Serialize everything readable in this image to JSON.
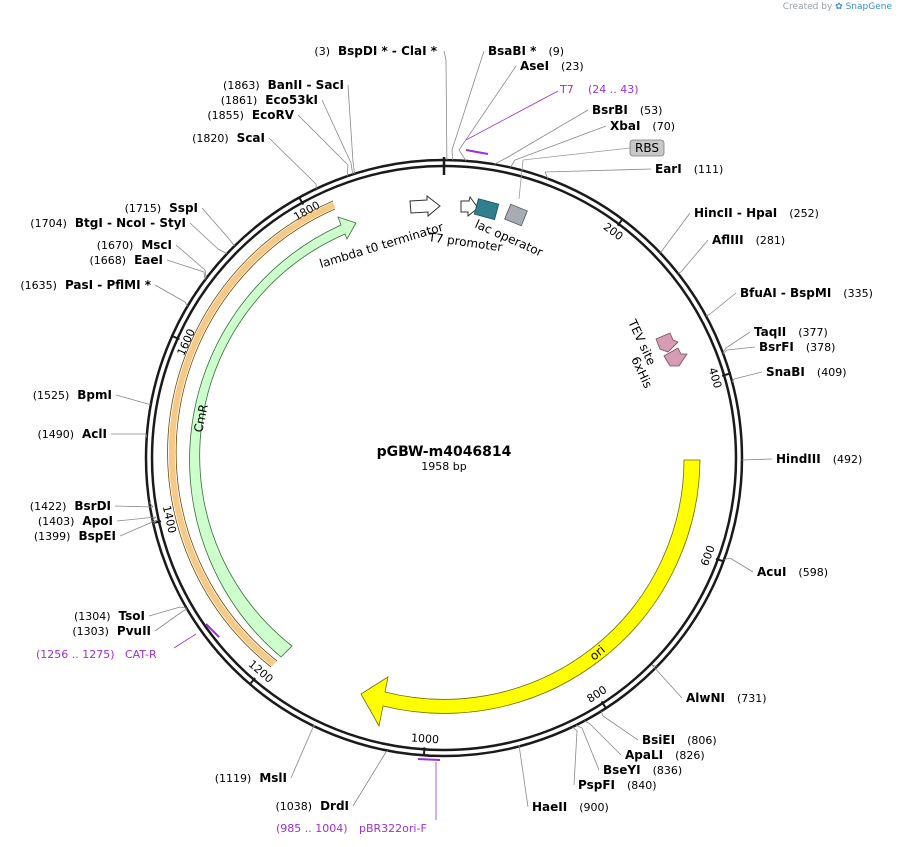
{
  "brand": {
    "prefix": "Created by",
    "name": "SnapGene"
  },
  "plasmid": {
    "name": "pGBW-m4046814",
    "length_label": "1958 bp",
    "length": 1958
  },
  "ticks": [
    "200",
    "400",
    "600",
    "800",
    "1000",
    "1200",
    "1400",
    "1600",
    "1800"
  ],
  "enzymes": [
    {
      "pos": "(3)",
      "name": "BspDI *  -  ClaI *",
      "site": 3
    },
    {
      "pos": "(9)",
      "name": "BsaBI *",
      "site": 9
    },
    {
      "pos": "(23)",
      "name": "AseI",
      "site": 23
    },
    {
      "pos": "(53)",
      "name": "BsrBI",
      "site": 53
    },
    {
      "pos": "(70)",
      "name": "XbaI",
      "site": 70
    },
    {
      "pos": "(111)",
      "name": "EarI",
      "site": 111
    },
    {
      "pos": "(252)",
      "name": "HincII  -  HpaI",
      "site": 252
    },
    {
      "pos": "(281)",
      "name": "AflIII",
      "site": 281
    },
    {
      "pos": "(335)",
      "name": "BfuAI  -  BspMI",
      "site": 335
    },
    {
      "pos": "(377)",
      "name": "TaqII",
      "site": 377
    },
    {
      "pos": "(378)",
      "name": "BsrFI",
      "site": 378
    },
    {
      "pos": "(409)",
      "name": "SnaBI",
      "site": 409
    },
    {
      "pos": "(492)",
      "name": "HindIII",
      "site": 492
    },
    {
      "pos": "(598)",
      "name": "AcuI",
      "site": 598
    },
    {
      "pos": "(731)",
      "name": "AlwNI",
      "site": 731
    },
    {
      "pos": "(806)",
      "name": "BsiEI",
      "site": 806
    },
    {
      "pos": "(826)",
      "name": "ApaLI",
      "site": 826
    },
    {
      "pos": "(836)",
      "name": "BseYI",
      "site": 836
    },
    {
      "pos": "(840)",
      "name": "PspFI",
      "site": 840
    },
    {
      "pos": "(900)",
      "name": "HaeII",
      "site": 900
    },
    {
      "pos": "(1038)",
      "name": "DrdI",
      "site": 1038
    },
    {
      "pos": "(1119)",
      "name": "MslI",
      "site": 1119
    },
    {
      "pos": "(1303)",
      "name": "PvuII",
      "site": 1303
    },
    {
      "pos": "(1304)",
      "name": "TsoI",
      "site": 1304
    },
    {
      "pos": "(1399)",
      "name": "BspEI",
      "site": 1399
    },
    {
      "pos": "(1403)",
      "name": "ApoI",
      "site": 1403
    },
    {
      "pos": "(1422)",
      "name": "BsrDI",
      "site": 1422
    },
    {
      "pos": "(1490)",
      "name": "AclI",
      "site": 1490
    },
    {
      "pos": "(1525)",
      "name": "BpmI",
      "site": 1525
    },
    {
      "pos": "(1635)",
      "name": "PasI  -  PflMI *",
      "site": 1635
    },
    {
      "pos": "(1668)",
      "name": "EaeI",
      "site": 1668
    },
    {
      "pos": "(1670)",
      "name": "MscI",
      "site": 1670
    },
    {
      "pos": "(1704)",
      "name": "BtgI  -  NcoI  -  StyI",
      "site": 1704
    },
    {
      "pos": "(1715)",
      "name": "SspI",
      "site": 1715
    },
    {
      "pos": "(1820)",
      "name": "ScaI",
      "site": 1820
    },
    {
      "pos": "(1855)",
      "name": "EcoRV",
      "site": 1855
    },
    {
      "pos": "(1861)",
      "name": "Eco53kI",
      "site": 1861
    },
    {
      "pos": "(1863)",
      "name": "BanII  -  SacI",
      "site": 1863
    }
  ],
  "primers": [
    {
      "name": "T7",
      "range": "(24 .. 43)",
      "start": 24,
      "end": 43
    },
    {
      "name": "CAT-R",
      "range": "(1256 .. 1275)",
      "start": 1256,
      "end": 1275
    },
    {
      "name": "pBR322ori-F",
      "range": "(985 .. 1004)",
      "start": 985,
      "end": 1004
    }
  ],
  "features": [
    {
      "name": "RBS",
      "kind": "box"
    },
    {
      "name": "lambda t0 terminator",
      "kind": "arrow"
    },
    {
      "name": "T7 promoter",
      "kind": "arrow"
    },
    {
      "name": "lac operator",
      "kind": "box"
    },
    {
      "name": "TEV site",
      "kind": "arrow"
    },
    {
      "name": "6xHis",
      "kind": "arrow"
    },
    {
      "name": "ori",
      "kind": "arc"
    },
    {
      "name": "CmR",
      "kind": "arc"
    }
  ],
  "colors": {
    "backbone": "#1a1a1a",
    "ori": "#ffff00",
    "cmr": "#ccffcc",
    "cmr_promoter": "#f7c987",
    "primer": "#9b30d9",
    "lac_operator": "#a6acb3",
    "t7_box": "#2f7f8f",
    "tev_6xhis": "#d59cb4",
    "rbs_box": "#c8c8c8"
  }
}
